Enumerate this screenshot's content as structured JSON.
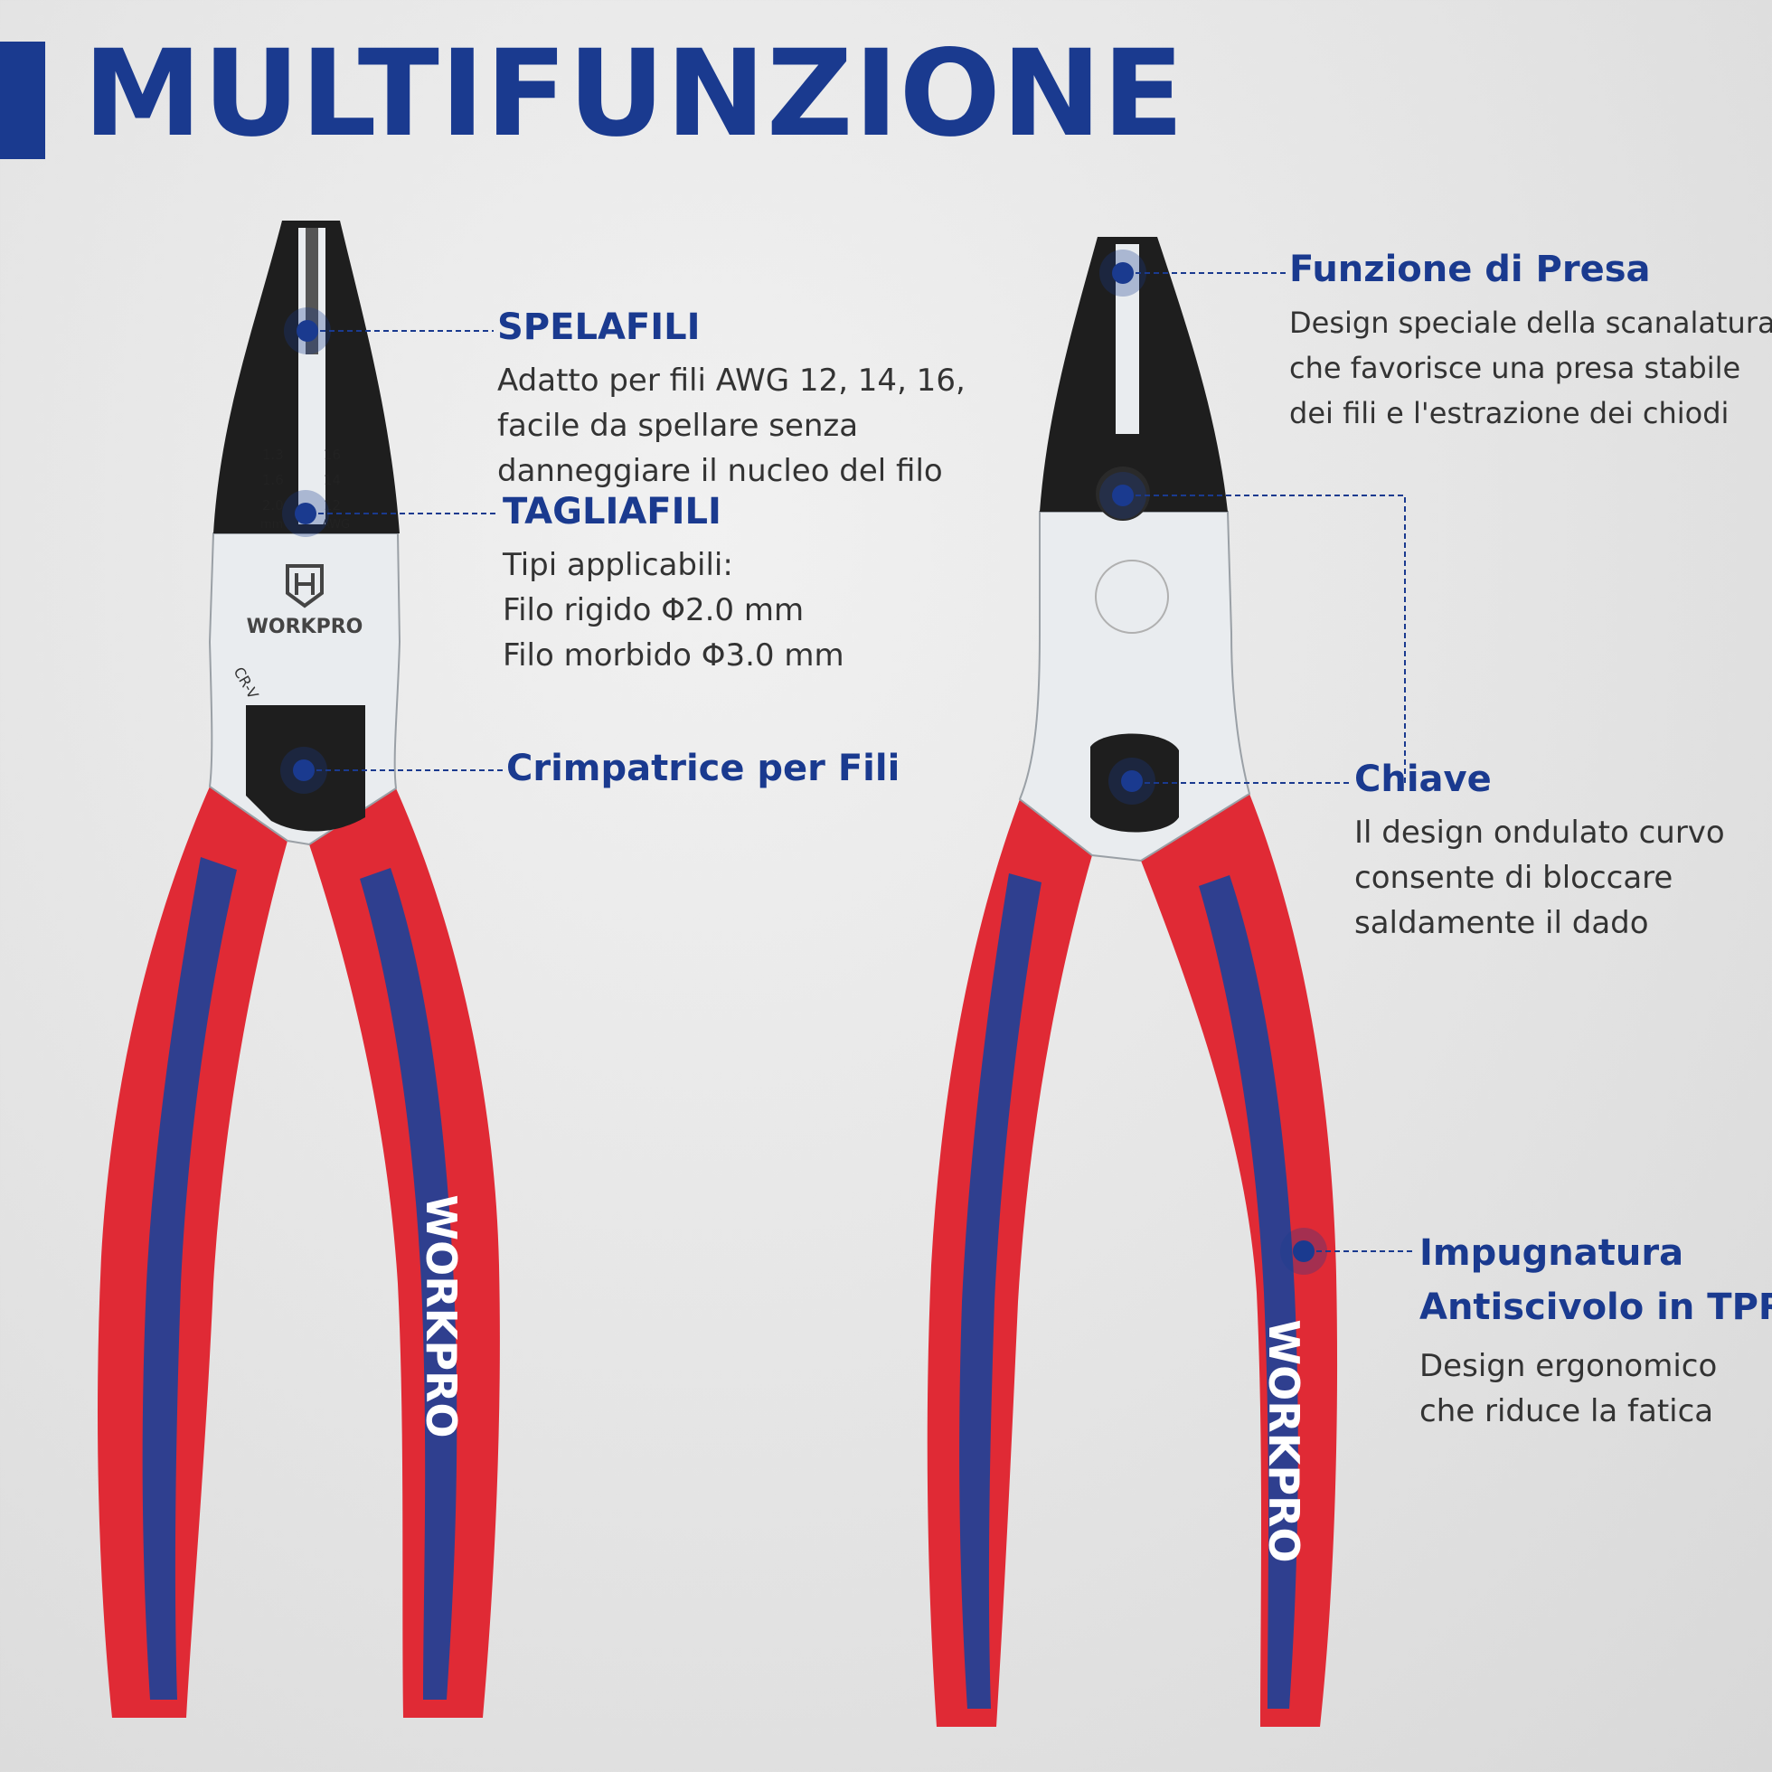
{
  "title": "MULTIFUNZIONE",
  "left_tool": {
    "brand": "WORKPRO",
    "steel_mark": "CR-V",
    "handle_brand": "WORKPRO",
    "gauge_mm": [
      "1.3",
      "1.6",
      "2.0",
      "mm"
    ],
    "gauge_awg": [
      "16",
      "14",
      "12",
      "AWG"
    ]
  },
  "right_tool": {
    "handle_brand": "WORKPRO"
  },
  "callouts": {
    "spelafili": {
      "title": "SPELAFILI",
      "lines": [
        "Adatto per fili AWG 12, 14, 16,",
        "facile da spellare senza",
        "danneggiare il nucleo del filo"
      ]
    },
    "tagliafili": {
      "title": "TAGLIAFILI",
      "lines": [
        "Tipi applicabili:",
        "Filo rigido Φ2.0 mm",
        "Filo morbido Φ3.0 mm"
      ]
    },
    "crimpatrice": {
      "title": "Crimpatrice per Fili"
    },
    "presa": {
      "title": "Funzione di Presa",
      "lines": [
        "Design speciale della scanalatura",
        "che favorisce una presa stabile",
        "dei fili e l'estrazione dei chiodi"
      ]
    },
    "chiave": {
      "title": "Chiave",
      "lines": [
        "Il design ondulato curvo",
        "consente di bloccare",
        "saldamente il dado"
      ]
    },
    "impugnatura": {
      "title_lines": [
        "Impugnatura",
        "Antiscivolo in TPR"
      ],
      "lines": [
        "Design ergonomico",
        "che riduce la fatica"
      ]
    }
  },
  "colors": {
    "brand_blue": "#1a3a8f",
    "handle_blue": "#2f3f8f",
    "handle_red": "#e02a35",
    "steel": "#e9ecef",
    "jaw_black": "#1e1e1e"
  }
}
